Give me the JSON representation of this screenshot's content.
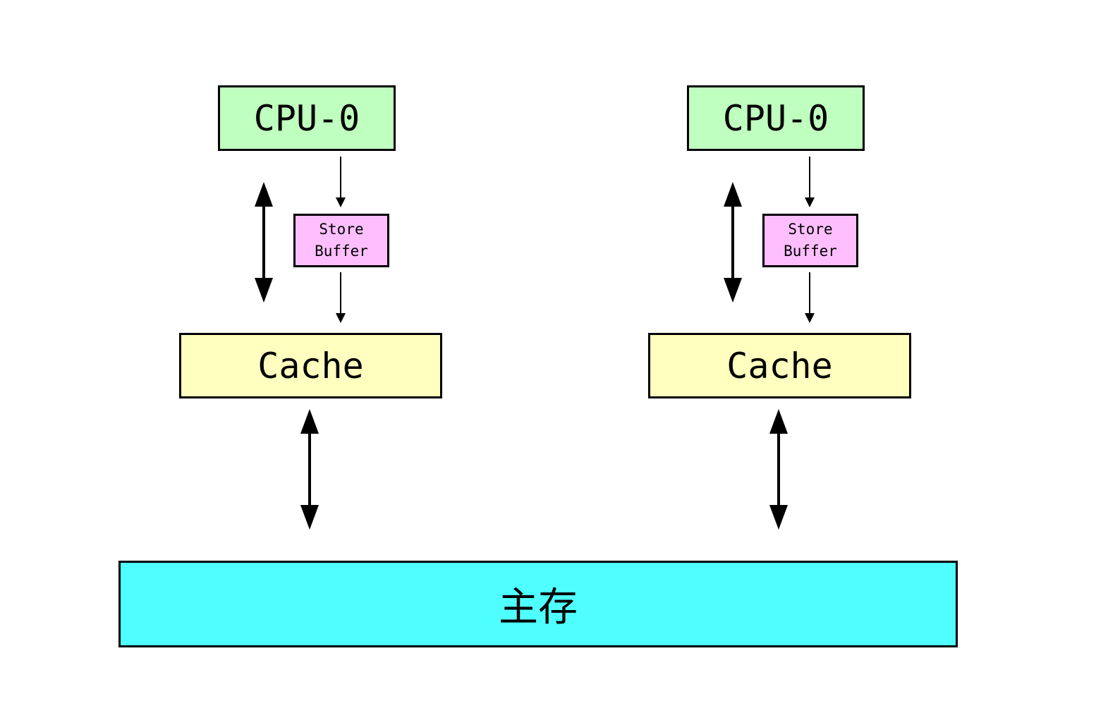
{
  "colors": {
    "cpu_fill": "#bfffbf",
    "store_buffer_fill": "#ffbfff",
    "cache_fill": "#ffffbf",
    "memory_fill": "#4fffff",
    "stroke": "#000000",
    "background": "#ffffff"
  },
  "left": {
    "cpu_label": "CPU-0",
    "store_buffer_line1": "Store",
    "store_buffer_line2": "Buffer",
    "cache_label": "Cache"
  },
  "right": {
    "cpu_label": "CPU-0",
    "store_buffer_line1": "Store",
    "store_buffer_line2": "Buffer",
    "cache_label": "Cache"
  },
  "memory": {
    "label": "主存"
  }
}
